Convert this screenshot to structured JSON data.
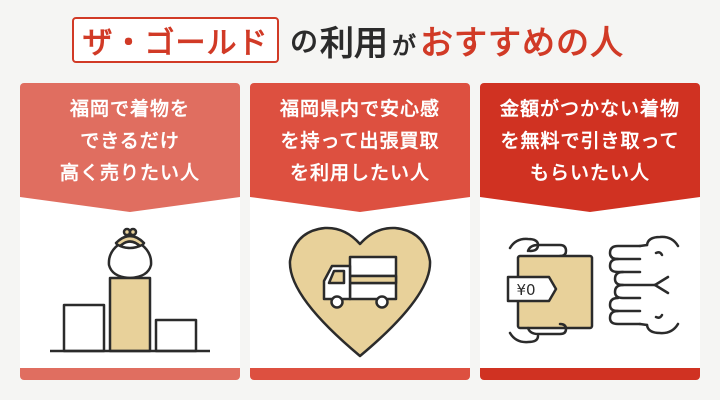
{
  "title": {
    "brand": "ザ・ゴールド",
    "part_no": "の",
    "part_riyou": "利用",
    "part_ga": "が",
    "part_highlight": "おすすめの人"
  },
  "colors": {
    "background": "#f5f5f3",
    "brand_red": "#d13a26",
    "text_dark": "#2b2b2b",
    "card1": "#e06e60",
    "card2": "#dd5040",
    "card3": "#d03222",
    "gold": "#e8d19a",
    "outline": "#2b2b2b"
  },
  "cards": [
    {
      "lines": [
        "福岡で着物を",
        "できるだけ",
        "高く売りたい人"
      ],
      "icon": "purse-on-podium-icon"
    },
    {
      "lines": [
        "福岡県内で安心感",
        "を持って出張買取",
        "を利用したい人"
      ],
      "icon": "truck-in-heart-icon"
    },
    {
      "lines": [
        "金額がつかない着物",
        "を無料で引き取って",
        "もらいたい人"
      ],
      "icon": "hands-handing-zero-yen-item-icon",
      "tag_text": "¥0"
    }
  ]
}
